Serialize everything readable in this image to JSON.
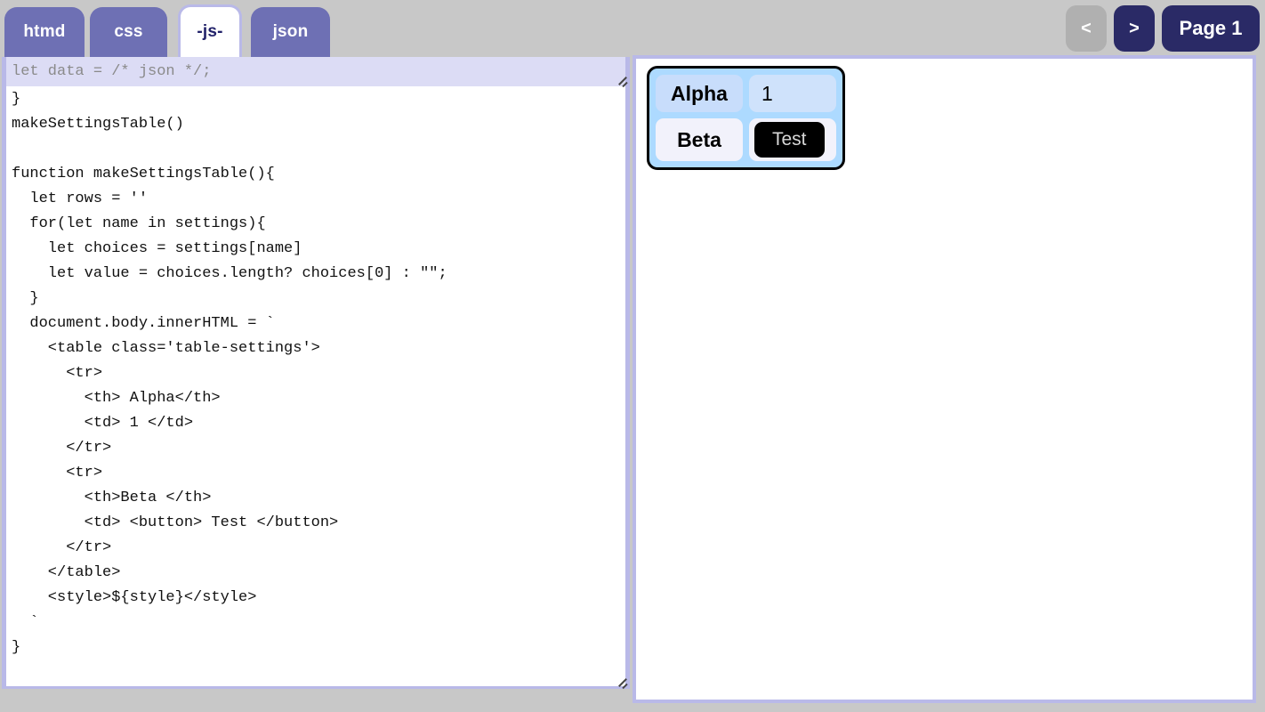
{
  "theme": {
    "page_bg": "#c8c8c8",
    "tab_bg": "#6e70b4",
    "tab_active_bg": "#ffffff",
    "tab_active_text": "#22226a",
    "accent_border": "#b9b9e8",
    "pager_active_bg": "#2a2a66",
    "pager_disabled_bg": "#b0b0b0",
    "overlay_bg": "#dcdcf5",
    "overlay_text": "#8a8a8a",
    "preview_table_bg": "#addaff",
    "button_bg": "#000000",
    "button_text": "#d8d8d8"
  },
  "tabs": [
    {
      "label": "htmd",
      "active": false
    },
    {
      "label": "css",
      "active": false
    },
    {
      "label": "-js-",
      "active": true
    },
    {
      "label": "json",
      "active": false
    }
  ],
  "pager": {
    "prev_label": "<",
    "next_label": ">",
    "page_label": "Page 1",
    "prev_enabled": false,
    "next_enabled": true
  },
  "editor": {
    "overlay_value": "let data = /* json */;",
    "code_value": "  'beta' : words('a b c d e')\n}\nmakeSettingsTable()\n\nfunction makeSettingsTable(){\n  let rows = ''\n  for(let name in settings){\n    let choices = settings[name]\n    let value = choices.length? choices[0] : \"\";\n  }\n  document.body.innerHTML = `\n    <table class='table-settings'>\n      <tr>\n        <th> Alpha</th>\n        <td> 1 </td>\n      </tr>\n      <tr>\n        <th>Beta </th>\n        <td> <button> Test </button>\n      </tr>\n    </table>\n    <style>${style}</style>\n  `\n}"
  },
  "preview": {
    "table": {
      "rows": [
        {
          "header": "Alpha",
          "value": "1",
          "value_is_button": false
        },
        {
          "header": "Beta",
          "value": "Test",
          "value_is_button": true
        }
      ]
    }
  }
}
